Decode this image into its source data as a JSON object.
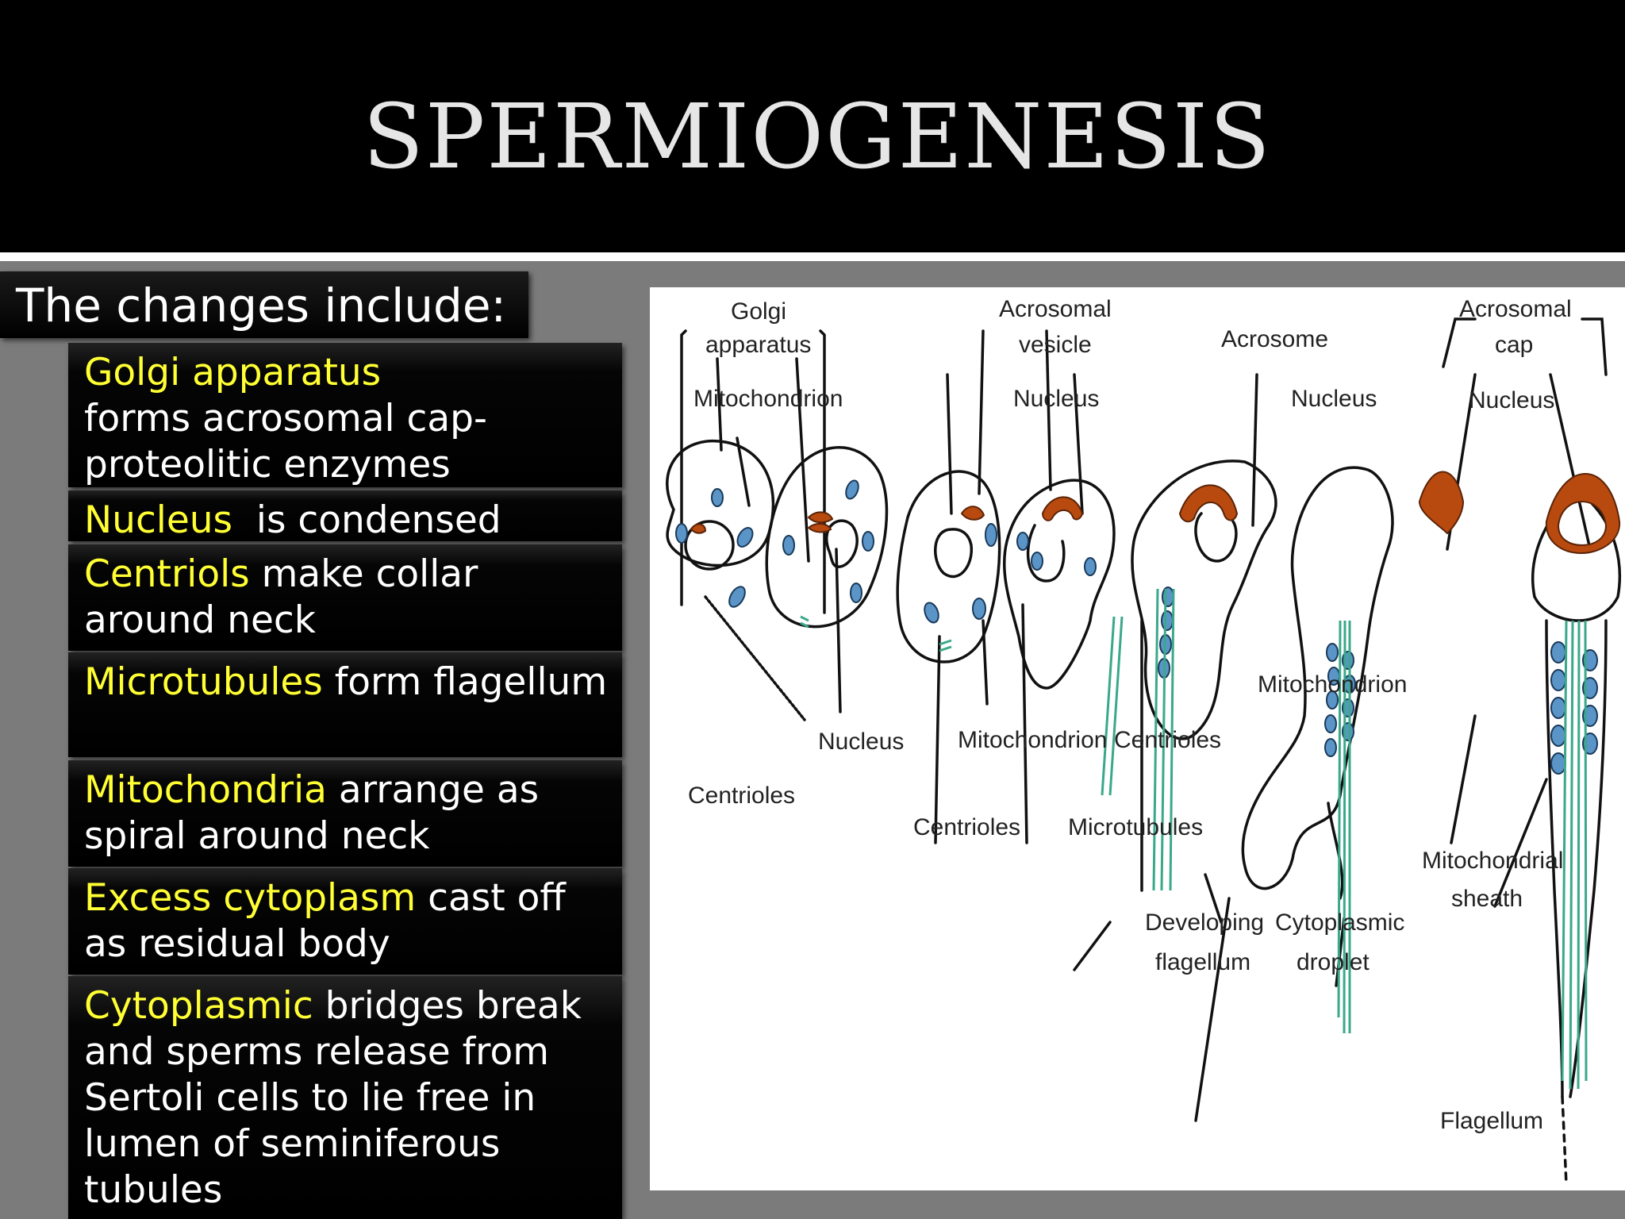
{
  "title": "SPERMIOGENESIS",
  "heading": "The changes include:",
  "items": [
    {
      "highlight": "Golgi apparatus",
      "text": "forms acrosomal cap-proteolitic enzymes"
    },
    {
      "highlight": "Nucleus",
      "text": "  is condensed"
    },
    {
      "highlight": "Centriols",
      "text": " make collar around neck"
    },
    {
      "highlight": "Microtubules",
      "text": " form flagellum"
    },
    {
      "highlight": "Mitochondria",
      "text": " arrange as spiral around neck"
    },
    {
      "highlight": "Excess cytoplasm",
      "text": " cast off as residual body"
    },
    {
      "highlight": "Cytoplasmic",
      "text": " bridges break and sperms release from Sertoli cells to lie free in lumen of seminiferous tubules"
    }
  ],
  "figure": {
    "labels": {
      "golgi_1": "Golgi",
      "golgi_2": "apparatus",
      "mito_top": "Mitochondrion",
      "acro_vesicle_1": "Acrosomal",
      "acro_vesicle_2": "vesicle",
      "acrosome": "Acrosome",
      "acro_cap_1": "Acrosomal",
      "acro_cap_2": "cap",
      "nucleus_a": "Nucleus",
      "nucleus_b": "Nucleus",
      "nucleus_c": "Nucleus",
      "nucleus_d": "Nucleus",
      "centrioles_a": "Centrioles",
      "mito_b": "Mitochondrion",
      "centrioles_b": "Centrioles",
      "centrioles_c": "Centrioles",
      "microtubules": "Microtubules",
      "mito_c": "Mitochondrion",
      "dev_flag_1": "Developing",
      "dev_flag_2": "flagellum",
      "cyto_drop_1": "Cytoplasmic",
      "cyto_drop_2": "droplet",
      "mito_sheath_1": "Mitochondrial",
      "mito_sheath_2": "sheath",
      "flagellum": "Flagellum"
    },
    "colors": {
      "acrosome": "#b84a0f",
      "mitochondria": "#5b95c8",
      "centrioles": "#3aa88a"
    }
  }
}
